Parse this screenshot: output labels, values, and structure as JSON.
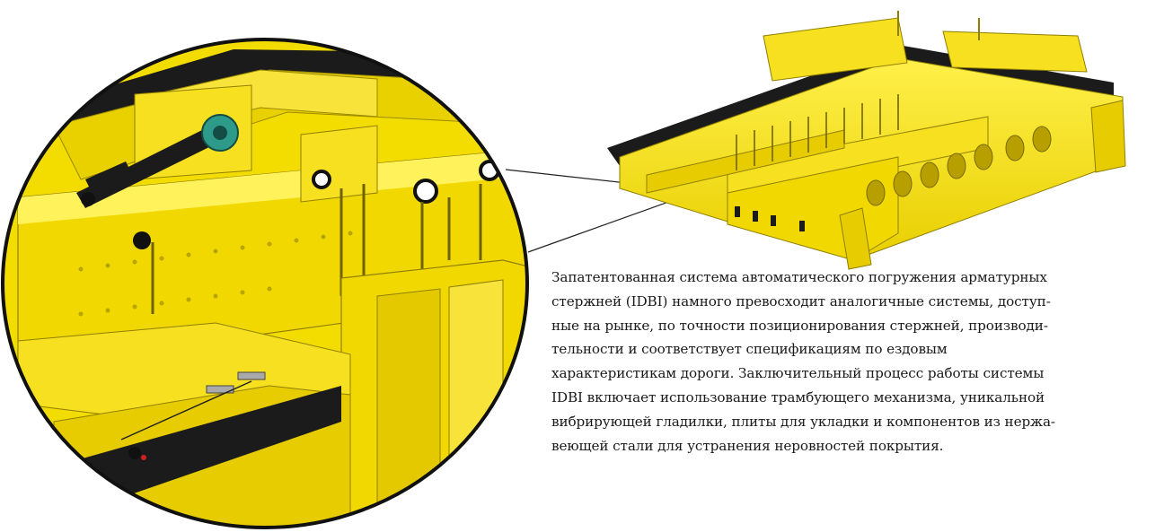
{
  "description": {
    "lines": [
      "Запатентованная система автоматического погружения арматурных",
      "стержней (IDBI) намного превосходит аналогичные системы, доступ-",
      "ные на рынке, по точности позиционирования стержней, производи-",
      "тельности и соответствует спецификациям по ездовым",
      "характеристикам дороги. Заключительный процесс работы системы",
      "IDBI включает использование трамбующего механизма, уникальной",
      "вибрирующей гладилки, плиты для укладки и компонентов из нержа-",
      "веющей стали для устранения неровностей покрытия."
    ]
  },
  "colors": {
    "machine_yellow": "#f3dc00",
    "machine_shadow": "#c8b400",
    "machine_dark": "#8f7f00",
    "belt": "#1b1b1b",
    "hub": "#2e9a8a",
    "leader_line": "#222222"
  },
  "illustrations": {
    "detail_view": "zoom-circle-paver-detail",
    "machine_view": "slipform-paver-idbi-assembly"
  }
}
